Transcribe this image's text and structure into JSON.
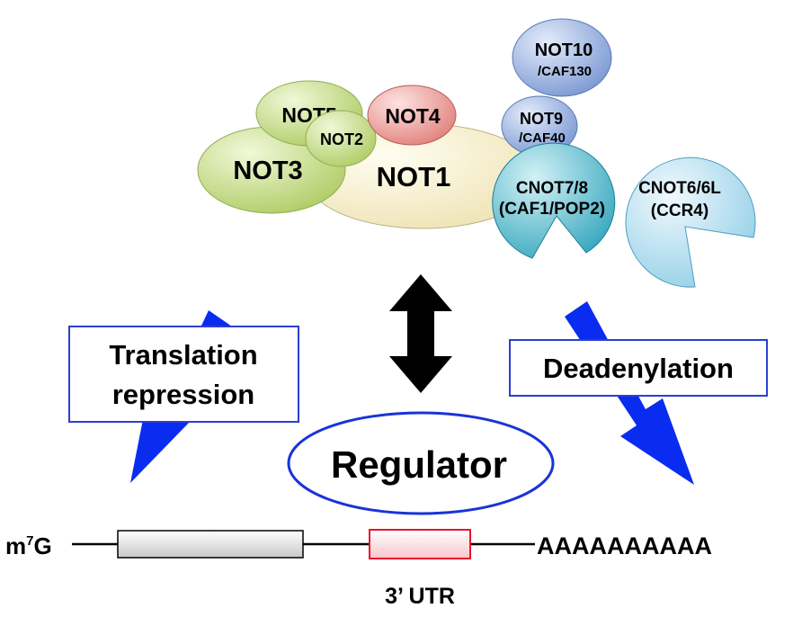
{
  "complex": {
    "not1": "NOT1",
    "not3": "NOT3",
    "not5": "NOT5",
    "not2": "NOT2",
    "not4": "NOT4",
    "not10_line1": "NOT10",
    "not10_line2": "/CAF130",
    "not9_line1": "NOT9",
    "not9_line2": "/CAF40",
    "cnot78_line1": "CNOT7/8",
    "cnot78_line2": "(CAF1/POP2)",
    "cnot66l_line1": "CNOT6/6L",
    "cnot66l_line2": "(CCR4)"
  },
  "processes": {
    "translation_line1": "Translation",
    "translation_line2": "repression",
    "deadenylation": "Deadenylation"
  },
  "regulator": "Regulator",
  "mrna": {
    "cap": "m",
    "cap_superscript": "7",
    "cap_suffix": "G",
    "poly_a": "AAAAAAAAAA",
    "utr_label": "3’ UTR"
  },
  "colors": {
    "not1": "#f6f0cf",
    "not3_not5_not2": "#c9df8e",
    "not4": "#ea9a96",
    "not10_not9": "#9db6e0",
    "cnot78": "#3fb3c9",
    "cnot66l": "#a9dcef",
    "arrow_blue": "#0a2cf0",
    "utr_box": "#e8152a",
    "regulator_border": "#1a33d8"
  }
}
